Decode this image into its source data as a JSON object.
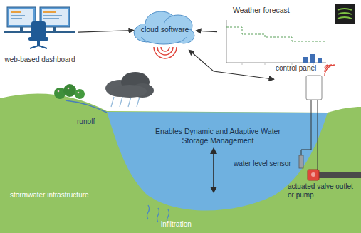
{
  "diagram": {
    "nodes": [
      {
        "text": [
          "web-based dashboard"
        ]
      },
      {
        "text": [
          "cloud software"
        ]
      },
      {
        "text": [
          "Weather forecast"
        ]
      },
      {
        "text": [
          "control panel"
        ]
      }
    ],
    "edges": [
      {
        "from": 0,
        "to": 1,
        "arrow": "to"
      },
      {
        "from": 2,
        "to": 1,
        "arrow": "to"
      },
      {
        "from": 1,
        "to": 3,
        "arrow": "both"
      }
    ],
    "labels": [
      "runoff",
      "Enables Dynamic and Adaptive Water Storage Management",
      "water level sensor",
      "actuated valve outlet or pump",
      "stormwater infrastructure",
      "infiltration"
    ]
  }
}
